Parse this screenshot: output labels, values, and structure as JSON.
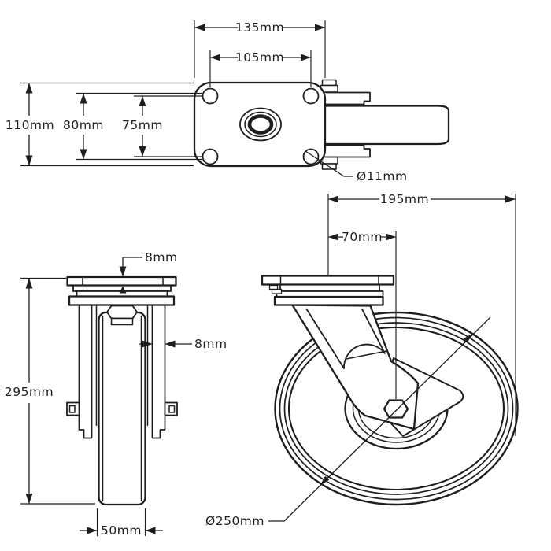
{
  "colors": {
    "line": "#1e1e1e",
    "background": "#ffffff"
  },
  "drawing": {
    "type": "technical-drawing",
    "subject": "heavy-duty swivel caster with top mounting plate",
    "views": {
      "top_view": {
        "label": "mounting plate top view",
        "dims": {
          "plate_width": "135mm",
          "bolt_hole_spacing_width": "105mm",
          "plate_depth": "110mm",
          "bolt_hole_spacing_depth_max": "80mm",
          "bolt_hole_spacing_depth": "75mm",
          "bolt_hole_diameter": "Ø11mm"
        }
      },
      "front_view": {
        "label": "caster front view",
        "dims": {
          "plate_thickness": "8mm",
          "fork_leg_thickness": "8mm",
          "overall_height": "295mm",
          "wheel_width": "50mm"
        }
      },
      "side_view": {
        "label": "caster side view",
        "dims": {
          "overall_swivel_length": "195mm",
          "swivel_offset": "70mm",
          "wheel_diameter": "Ø250mm"
        }
      }
    }
  }
}
